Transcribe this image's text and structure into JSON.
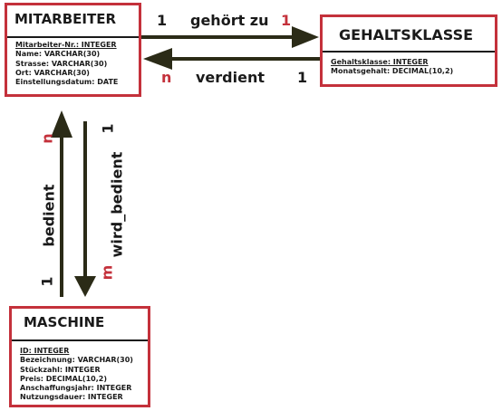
{
  "entities": {
    "mitarbeiter": {
      "name": "MITARBEITER",
      "attributes": [
        {
          "text": "Mitarbeiter-Nr.: INTEGER",
          "key": true
        },
        {
          "text": "Name: VARCHAR(30)",
          "key": false
        },
        {
          "text": "Strasse: VARCHAR(30)",
          "key": false
        },
        {
          "text": "Ort: VARCHAR(30)",
          "key": false
        },
        {
          "text": "Einstellungsdatum: DATE",
          "key": false
        }
      ]
    },
    "gehaltsklasse": {
      "name": "GEHALTSKLASSE",
      "attributes": [
        {
          "text": "Gehaltsklasse: INTEGER",
          "key": true
        },
        {
          "text": "Monatsgehalt: DECIMAL(10,2)",
          "key": false
        }
      ]
    },
    "maschine": {
      "name": "MASCHINE",
      "attributes": [
        {
          "text": "ID: INTEGER",
          "key": true
        },
        {
          "text": "Bezeichnung: VARCHAR(30)",
          "key": false
        },
        {
          "text": "Stückzahl: INTEGER",
          "key": false
        },
        {
          "text": "Preis: DECIMAL(10,2)",
          "key": false
        },
        {
          "text": "Anschaffungsjahr: INTEGER",
          "key": false
        },
        {
          "text": "Nutzungsdauer: INTEGER",
          "key": false
        }
      ]
    }
  },
  "relationships": {
    "gehoert_zu": {
      "label": "gehört zu",
      "card_source": "1",
      "card_target": "1"
    },
    "verdient": {
      "label": "verdient",
      "card_source": "1",
      "card_target": "n"
    },
    "bedient": {
      "label": "bedient",
      "card_source": "1",
      "card_target": "n"
    },
    "wird_bedient": {
      "label": "wird_bedient",
      "card_source": "1",
      "card_target": "m"
    }
  },
  "colors": {
    "border": "#c4313b",
    "text": "#1a1a1a",
    "arrow": "#2b2b17",
    "cardinality_red": "#c4313b"
  }
}
